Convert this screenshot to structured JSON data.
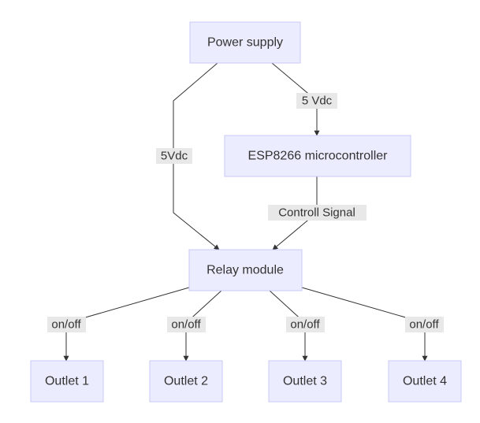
{
  "nodes": {
    "power_supply": "Power supply",
    "esp8266": "ESP8266 microcontroller",
    "relay": "Relay module",
    "outlet1": "Outlet 1",
    "outlet2": "Outlet 2",
    "outlet3": "Outlet 3",
    "outlet4": "Outlet 4"
  },
  "edges": {
    "power_to_esp": "5 Vdc",
    "power_to_relay": "5Vdc",
    "esp_to_relay": "Controll Signal",
    "relay_to_outlet1": "on/off",
    "relay_to_outlet2": "on/off",
    "relay_to_outlet3": "on/off",
    "relay_to_outlet4": "on/off"
  }
}
